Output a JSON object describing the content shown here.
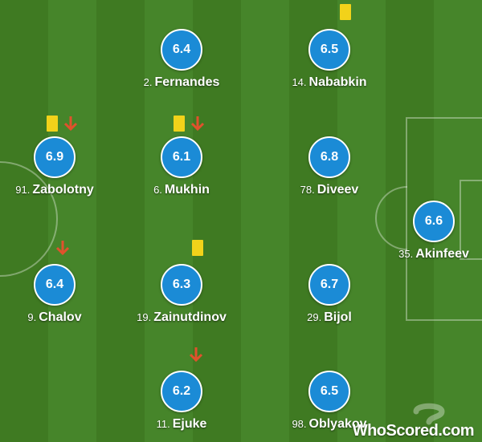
{
  "pitch": {
    "colors": {
      "stripe_dark": "#3f7a22",
      "stripe_light": "#46852a",
      "rating_bg": "#1b8bd6",
      "yellow_card": "#f2d21a",
      "sub_arrow": "#e0522c"
    }
  },
  "players": [
    {
      "number": "2.",
      "name": "Fernandes",
      "rating": "6.4",
      "yellow_card": false,
      "subbed_off": false
    },
    {
      "number": "14.",
      "name": "Nababkin",
      "rating": "6.5",
      "yellow_card": true,
      "subbed_off": false
    },
    {
      "number": "91.",
      "name": "Zabolotny",
      "rating": "6.9",
      "yellow_card": true,
      "subbed_off": true
    },
    {
      "number": "6.",
      "name": "Mukhin",
      "rating": "6.1",
      "yellow_card": true,
      "subbed_off": true
    },
    {
      "number": "78.",
      "name": "Diveev",
      "rating": "6.8",
      "yellow_card": false,
      "subbed_off": false
    },
    {
      "number": "35.",
      "name": "Akinfeev",
      "rating": "6.6",
      "yellow_card": false,
      "subbed_off": false
    },
    {
      "number": "9.",
      "name": "Chalov",
      "rating": "6.4",
      "yellow_card": false,
      "subbed_off": true
    },
    {
      "number": "19.",
      "name": "Zainutdinov",
      "rating": "6.3",
      "yellow_card": true,
      "subbed_off": false
    },
    {
      "number": "29.",
      "name": "Bijol",
      "rating": "6.7",
      "yellow_card": false,
      "subbed_off": false
    },
    {
      "number": "11.",
      "name": "Ejuke",
      "rating": "6.2",
      "yellow_card": false,
      "subbed_off": true
    },
    {
      "number": "98.",
      "name": "Oblyakov",
      "rating": "6.5",
      "yellow_card": false,
      "subbed_off": false
    }
  ],
  "watermark": {
    "text": "WhoScored.com"
  }
}
